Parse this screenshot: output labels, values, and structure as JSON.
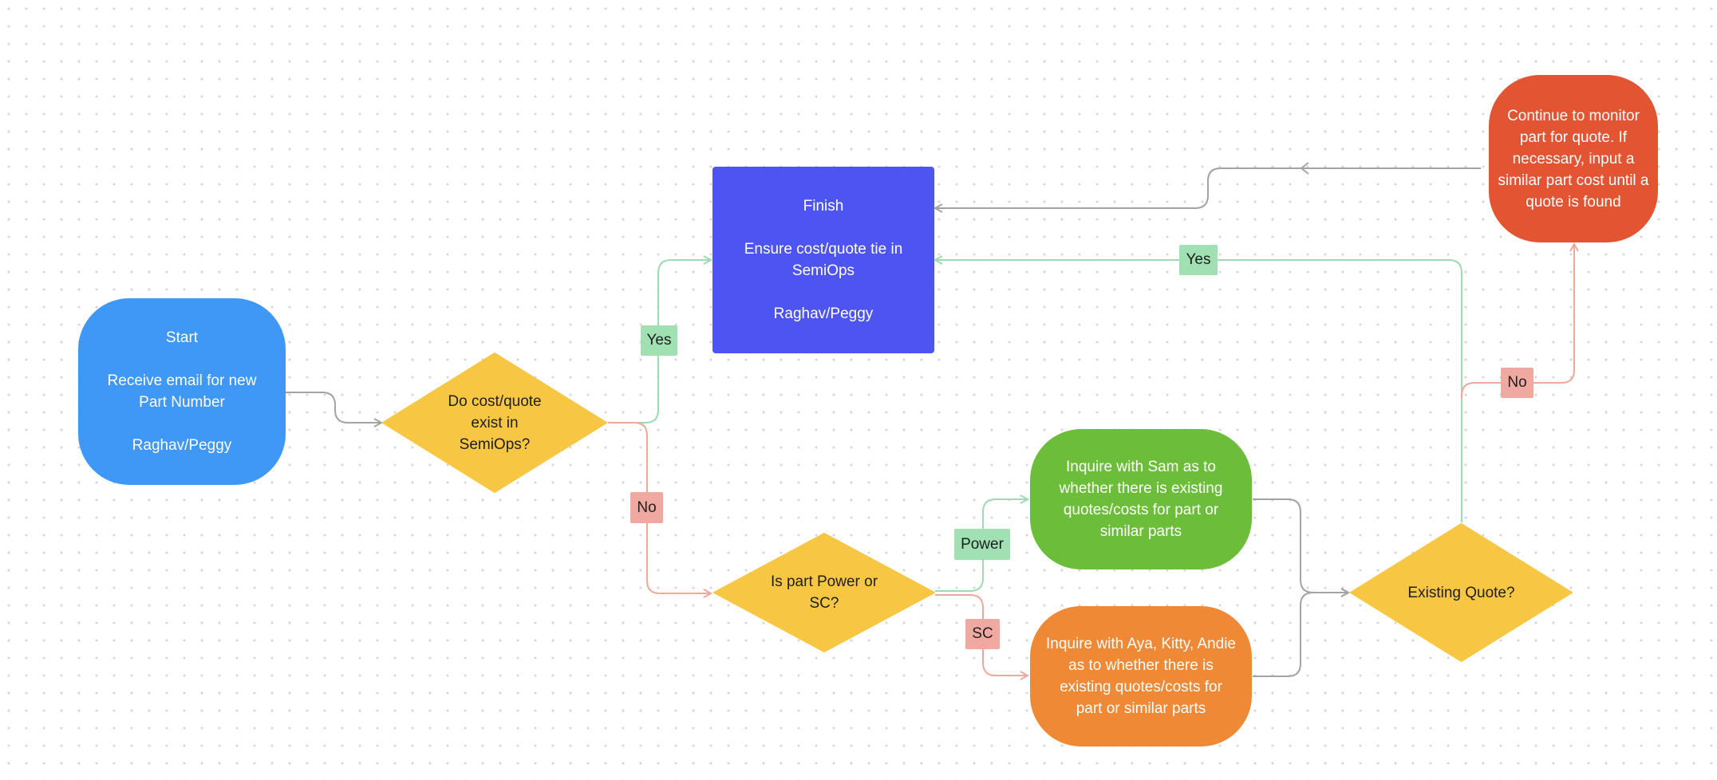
{
  "colors": {
    "blue": "#3f98f5",
    "indigo": "#4e54f2",
    "yellow": "#f7c744",
    "green": "#6cbd3a",
    "orange": "#f08936",
    "red": "#e35532",
    "connector_gray": "#a3a3a3",
    "connector_green": "#9fdbb0",
    "connector_red": "#eea99c",
    "label_green": "#a0e0b2",
    "label_red": "#f0a9a0"
  },
  "nodes": {
    "start": {
      "text": "Start\n\nReceive email for new\nPart Number\n\nRaghav/Peggy"
    },
    "cost_decision": {
      "text": "Do cost/quote\nexist in\nSemiOps?"
    },
    "finish": {
      "text": "Finish\n\nEnsure cost/quote tie in\nSemiOps\n\nRaghav/Peggy"
    },
    "part_type_decision": {
      "text": "Is part Power or\nSC?"
    },
    "inquire_sam": {
      "text": "Inquire with Sam as to\nwhether there is existing\nquotes/costs for part or\nsimilar parts"
    },
    "inquire_aya": {
      "text": "Inquire with Aya, Kitty, Andie\nas to whether there is\nexisting quotes/costs for\npart or similar parts"
    },
    "existing_quote_decision": {
      "text": "Existing Quote?"
    },
    "monitor": {
      "text": "Continue to monitor\npart for quote. If\nnecessary, input a\nsimilar part cost until a\nquote is found"
    }
  },
  "labels": {
    "yes_cost": "Yes",
    "no_cost": "No",
    "power": "Power",
    "sc": "SC",
    "yes_quote": "Yes",
    "no_quote": "No"
  }
}
